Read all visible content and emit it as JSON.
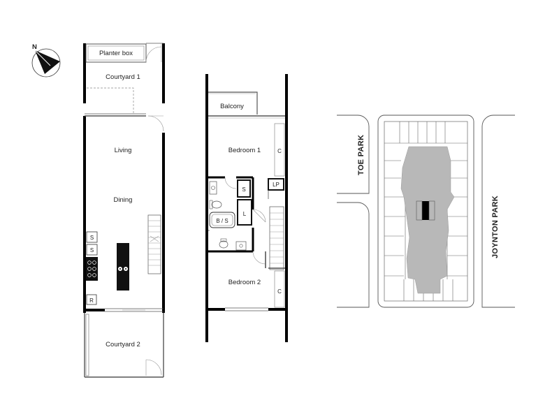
{
  "compass": {
    "north_label": "N"
  },
  "ground_floor": {
    "planter": "Planter box",
    "courtyard1": "Courtyard 1",
    "living": "Living",
    "dining": "Dining",
    "courtyard2": "Courtyard 2",
    "s1": "S",
    "s2": "S",
    "r": "R"
  },
  "first_floor": {
    "balcony": "Balcony",
    "bedroom1": "Bedroom 1",
    "bedroom2": "Bedroom 2",
    "c1": "C",
    "c2": "C",
    "s": "S",
    "lp": "LP",
    "l": "L",
    "bs": "B / S"
  },
  "site_plan": {
    "street_top": "TOE PARK",
    "street_right": "JOYNTON PARK"
  },
  "colors": {
    "wall": "#000000",
    "site_fill": "#b8b8b8",
    "highlight": "#000000"
  }
}
